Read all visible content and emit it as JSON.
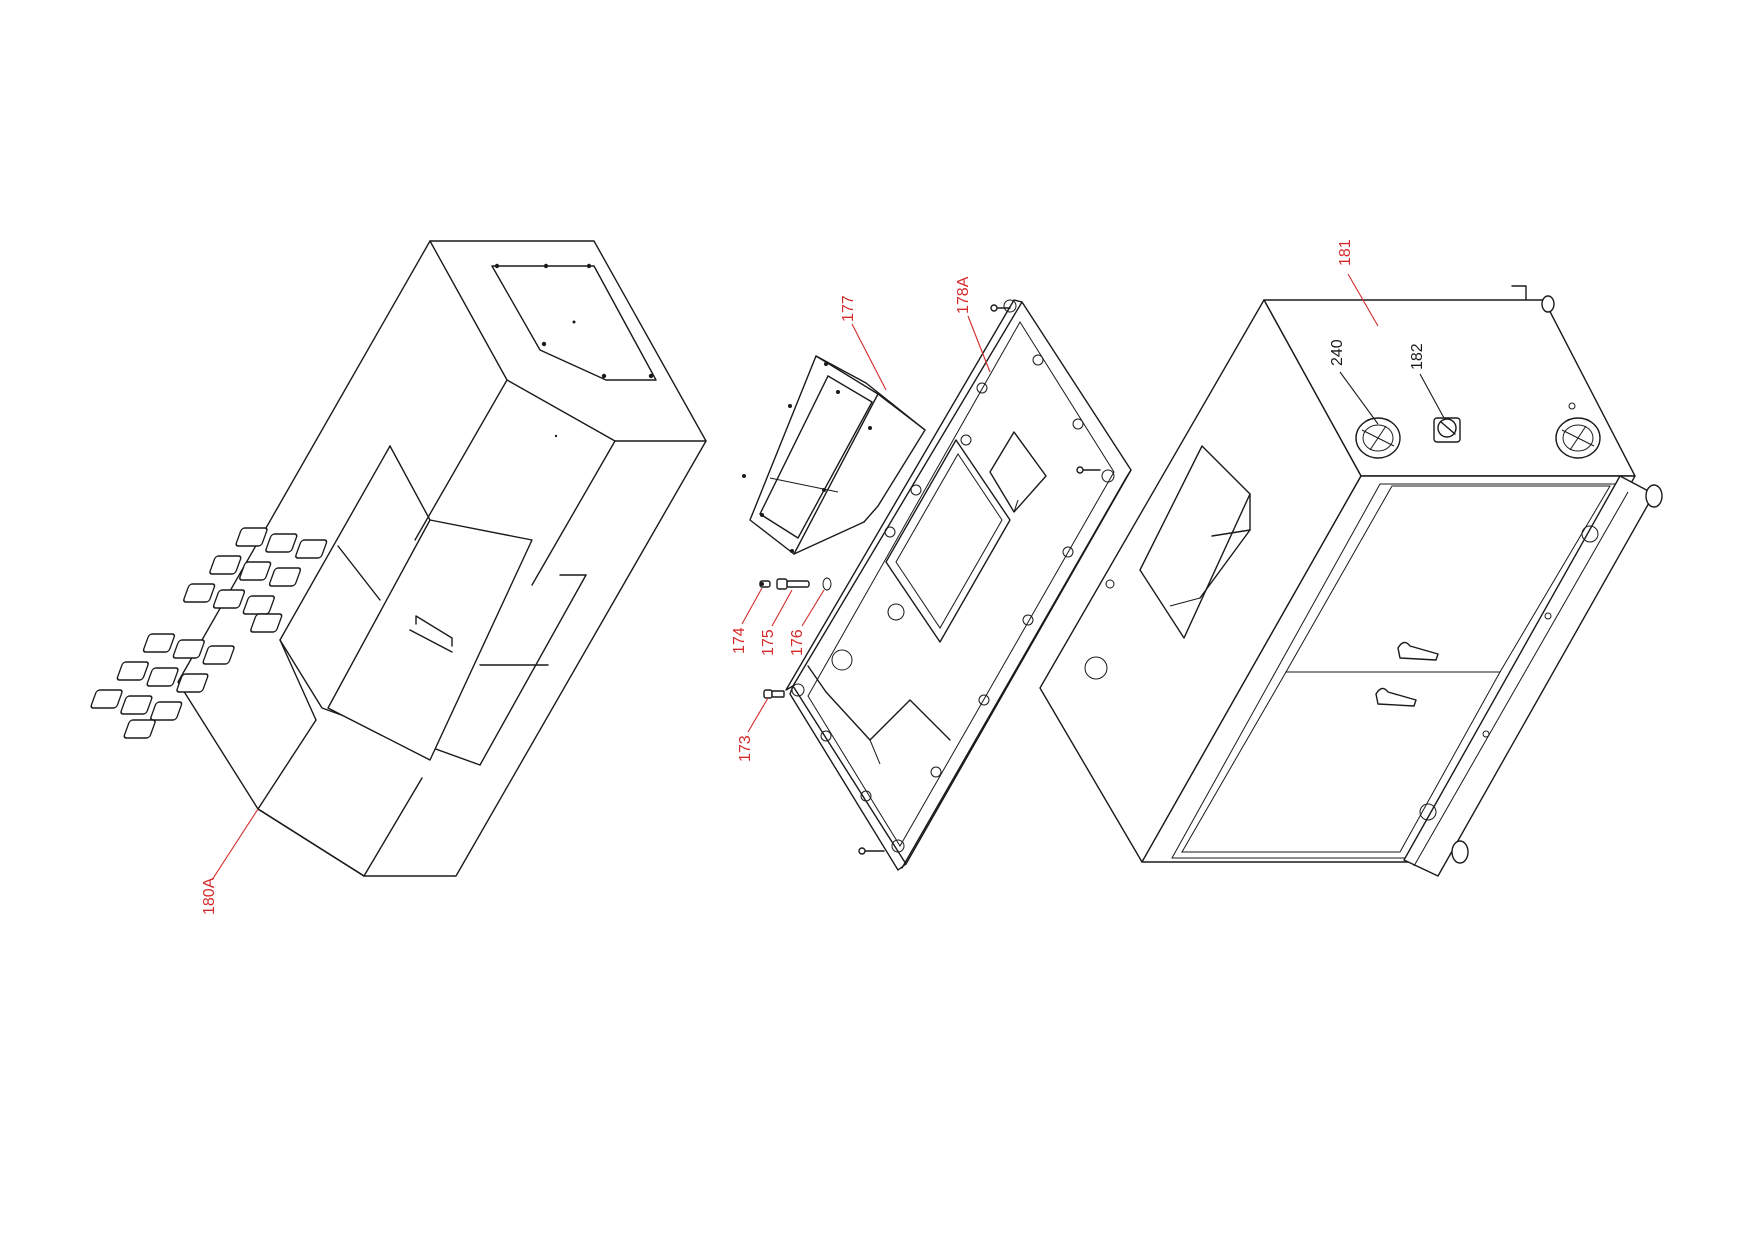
{
  "diagram": {
    "type": "exploded-assembly-drawing",
    "colors": {
      "outline": "#1a1a1a",
      "red_callout": "#d42a2a",
      "black_callout": "#1a1a1a",
      "background": "#ffffff"
    },
    "parts": [
      {
        "id": "180A",
        "label": "180A",
        "color": "red",
        "depicts": "keypad-housing-cover"
      },
      {
        "id": "177",
        "label": "177",
        "color": "red",
        "depicts": "open-box-tray"
      },
      {
        "id": "178A",
        "label": "178A",
        "color": "red",
        "depicts": "mounting-plate"
      },
      {
        "id": "174",
        "label": "174",
        "color": "red",
        "depicts": "small-fitting"
      },
      {
        "id": "175",
        "label": "175",
        "color": "red",
        "depicts": "connector-fitting"
      },
      {
        "id": "176",
        "label": "176",
        "color": "red",
        "depicts": "o-ring"
      },
      {
        "id": "173",
        "label": "173",
        "color": "red",
        "depicts": "screw"
      },
      {
        "id": "181",
        "label": "181",
        "color": "red",
        "depicts": "main-cabinet"
      },
      {
        "id": "240",
        "label": "240",
        "color": "black",
        "depicts": "fan-grille"
      },
      {
        "id": "182",
        "label": "182",
        "color": "black",
        "depicts": "rotary-switch"
      }
    ]
  }
}
